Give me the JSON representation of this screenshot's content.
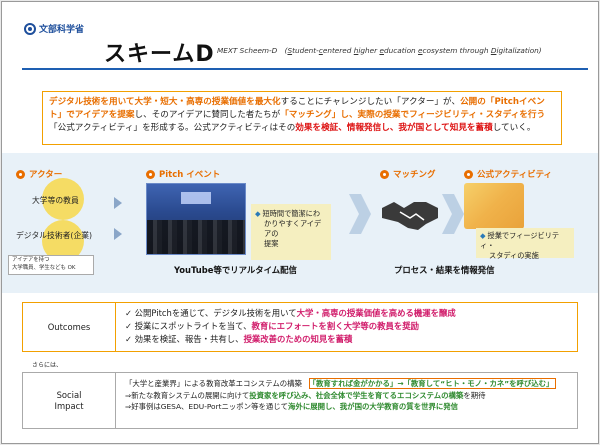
{
  "header": {
    "ministry_name": "文部科学省",
    "title": "スキームD",
    "subtitle_parts": [
      "MEXT Scheem-D　(",
      "S",
      "tudent-",
      "c",
      "entered ",
      "h",
      "igher ",
      "e",
      "ducation ",
      "e",
      "cosystem through ",
      "D",
      "igitalization)"
    ]
  },
  "intro": {
    "p1_a": "デジタル技術を用いて大学・短大・高専の授業価値を最大化",
    "p1_b": "することにチャレンジしたい「アクター」が、",
    "p1_c": "公開の「Pitchイベント」でアイデアを提案",
    "p1_d": "し、そのアイデアに賛同した者たちが",
    "p1_e": "「マッチング」し、実際の授業でフィージビリティ・スタディを行う",
    "p1_f": "「公式アクティビティ」を形成する。公式アクティビティはその",
    "p1_g": "効果を検証、情報発信し、我が国として知見を蓄積",
    "p1_h": "していく。"
  },
  "flow": {
    "actor_heading": "アクター",
    "actor_1": "大学等の教員",
    "actor_2": "デジタル技術者(企業)",
    "actor_note_1": "アイデアを持つ",
    "actor_note_2": "大学職員、学生なども OK",
    "pitch_heading": "Pitch イベント",
    "pitch_callout_1": "短時間で簡潔にわ",
    "pitch_callout_2": "かりやすくアイデアの",
    "pitch_callout_3": "提案",
    "pitch_caption": "YouTube等でリアルタイム配信",
    "matching_heading": "マッチング",
    "activity_heading": "公式アクティビティ",
    "activity_text_1": "授業でフィージビリティ・",
    "activity_text_2": "スタディの実施",
    "matching_caption": "プロセス・結果を情報発信"
  },
  "outcomes": {
    "label": "Outcomes",
    "item1_a": "✓ 公開Pitchを通じて、デジタル技術を用いて",
    "item1_b": "大学・高専の授業価値を高める機運を醸成",
    "item2_a": "✓ 授業にスポットライトを当て、",
    "item2_b": "教育にエフォートを割く大学等の教員を奨励",
    "item3_a": "✓ 効果を検証、報告・共有し、",
    "item3_b": "授業改善のための知見を蓄積"
  },
  "sarani": "さらには、",
  "impact": {
    "label_1": "Social",
    "label_2": "Impact",
    "line1_a": "「大学と産業界」による教育改革エコシステムの構築　",
    "line1_b": "「教育すれば金がかかる」→「教育して“ヒト・モノ・カネ”を呼び込む」",
    "line2_a": "⇒新たな教育システムの展開に向けて",
    "line2_b": "投資家を呼び込み、社会全体で学生を育てるエコシステムの構築",
    "line2_c": "を期待",
    "line3_a": "⇒好事例はGESA、EDU-Portニッポン等を通じて",
    "line3_b": "海外に展開し、我が国の大学教育の質を世界に発信"
  }
}
